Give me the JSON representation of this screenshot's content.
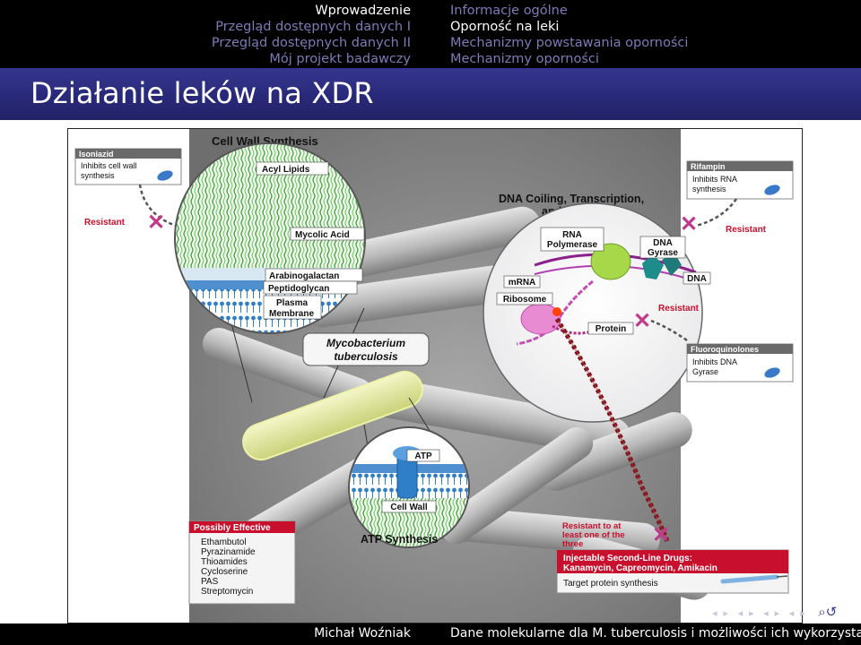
{
  "nav": {
    "sections": [
      {
        "label": "Wprowadzenie",
        "active": true
      },
      {
        "label": "Przegląd dostępnych danych I",
        "active": false
      },
      {
        "label": "Przegląd dostępnych danych II",
        "active": false
      },
      {
        "label": "Mój projekt badawczy",
        "active": false
      }
    ],
    "subsections": [
      {
        "label": "Informacje ogólne",
        "active": false
      },
      {
        "label": "Oporność na leki",
        "active": true
      },
      {
        "label": "Mechanizmy powstawania oporności",
        "active": false
      },
      {
        "label": "Mechanizmy oporności",
        "active": false
      }
    ]
  },
  "slide": {
    "title": "Działanie leków na XDR"
  },
  "figure": {
    "cell_wall_synthesis": "Cell Wall Synthesis",
    "acyl_lipids": "Acyl Lipids",
    "mycolic_acid": "Mycolic Acid",
    "arabinogalactan": "Arabinogalactan",
    "peptidoglycan": "Peptidoglycan",
    "plasma_membrane_1": "Plasma",
    "plasma_membrane_2": "Membrane",
    "organism_1": "Mycobacterium",
    "organism_2": "tuberculosis",
    "isoniazid": {
      "name": "Isoniazid",
      "line1": "Inhibits cell wall",
      "line2": "synthesis"
    },
    "rifampin": {
      "name": "Rifampin",
      "line1": "Inhibits RNA",
      "line2": "synthesis"
    },
    "fluoroquinolones": {
      "name": "Fluoroquinolones",
      "line1": "Inhibits DNA",
      "line2": "Gyrase"
    },
    "resistant": "Resistant",
    "dna_process_1": "DNA Coiling, Transcription,",
    "dna_process_2": "and Translation",
    "rna_polymerase_1": "RNA",
    "rna_polymerase_2": "Polymerase",
    "dna_gyrase_1": "DNA",
    "dna_gyrase_2": "Gyrase",
    "dna": "DNA",
    "mrna": "mRNA",
    "ribosome": "Ribosome",
    "protein": "Protein",
    "atp": "ATP",
    "cell_wall": "Cell Wall",
    "atp_synthesis": "ATP Synthesis",
    "possibly_effective": {
      "header": "Possibly Effective",
      "drugs": [
        "Ethambutol",
        "Pyrazinamide",
        "Thioamides",
        "Cycloserine",
        "PAS",
        "Streptomycin"
      ]
    },
    "resistant_note": [
      "Resistant to at",
      "least one of the",
      "three"
    ],
    "second_line": {
      "header1": "Injectable Second-Line Drugs:",
      "header2": "Kanamycin, Capreomycin, Amikacin",
      "line": "Target protein synthesis"
    }
  },
  "footer": {
    "author": "Michał Woźniak",
    "title": "Dane molekularne dla M. tuberculosis i możliwości ich wykorzystania"
  },
  "nav_symbols": [
    "◂",
    "▸",
    "◂",
    "▸",
    "◂",
    "▸",
    "◂",
    "▸"
  ],
  "find_symbol": "⌕↺"
}
